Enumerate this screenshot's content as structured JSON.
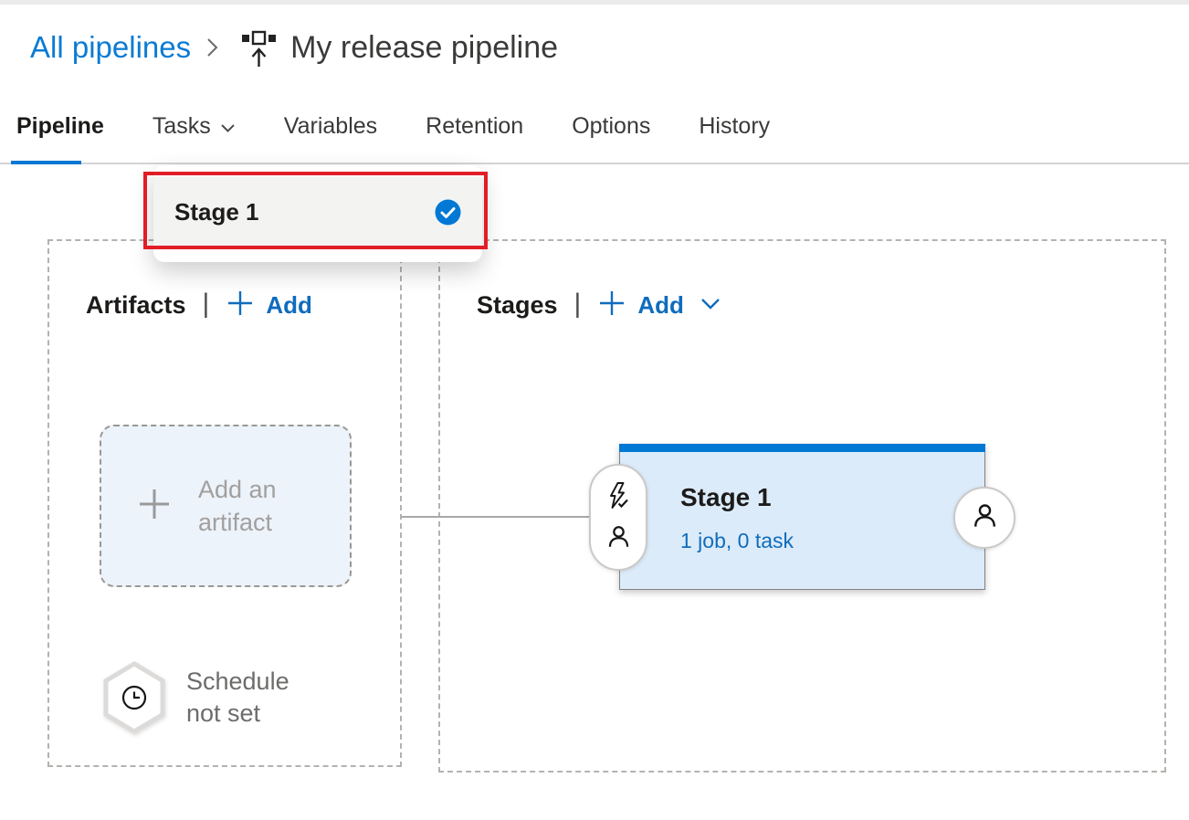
{
  "colors": {
    "accent_blue": "#0078d4",
    "link_blue": "#0f6cbd",
    "annotation_red": "#e11d26",
    "stage_card_bg": "#dcebf9",
    "artifact_box_bg": "#ecf3fb"
  },
  "breadcrumb": {
    "parent": "All pipelines",
    "title": "My release pipeline"
  },
  "tabs": {
    "items": [
      {
        "label": "Pipeline",
        "active": true
      },
      {
        "label": "Tasks",
        "has_dropdown": true
      },
      {
        "label": "Variables"
      },
      {
        "label": "Retention"
      },
      {
        "label": "Options"
      },
      {
        "label": "History"
      }
    ]
  },
  "dropdown": {
    "item_label": "Stage 1",
    "selected": true
  },
  "artifacts": {
    "header": "Artifacts",
    "separator": "|",
    "add_label": "Add",
    "box_label": "Add an artifact",
    "schedule_label": "Schedule not set"
  },
  "stages": {
    "header": "Stages",
    "separator": "|",
    "add_label": "Add",
    "card": {
      "title": "Stage 1",
      "subtitle": "1 job, 0 task"
    }
  },
  "icons": {
    "breadcrumb_separator": "chevron-right-icon",
    "pipeline": "release-pipeline-icon",
    "tasks_caret": "chevron-down-icon",
    "selected_mark": "check-circle-icon",
    "add": "plus-icon",
    "schedule": "clock-icon",
    "pre_deploy": "lightning-check-icon",
    "approver": "person-icon"
  }
}
